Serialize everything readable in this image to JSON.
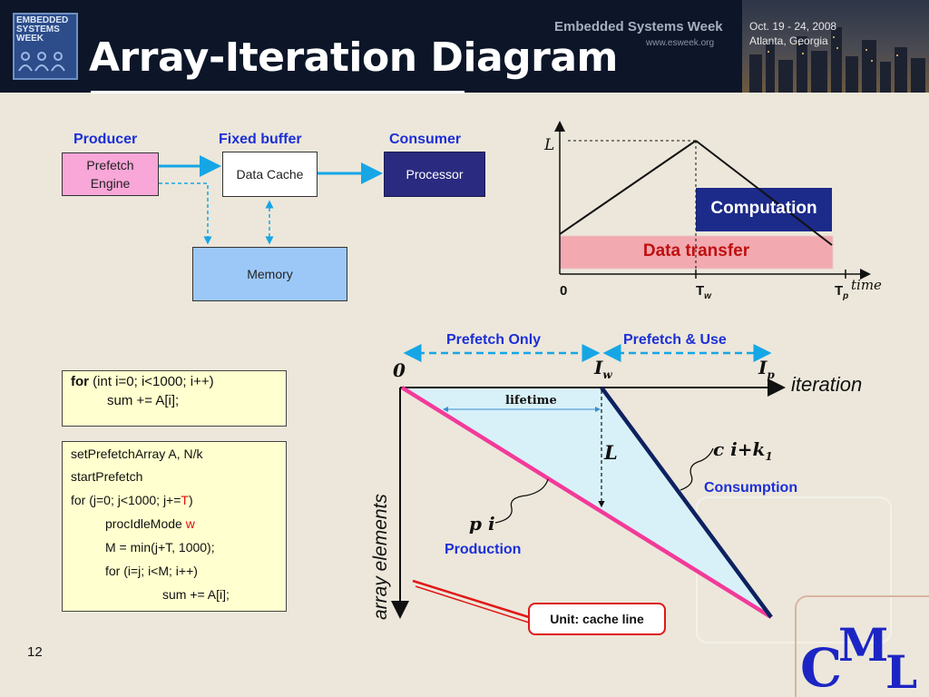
{
  "header": {
    "title": "Array-Iteration Diagram",
    "logo_text": [
      "EMBEDDED",
      "SYSTEMS",
      "WEEK"
    ],
    "conference": "Embedded Systems Week",
    "url": "www.esweek.org",
    "date": "Oct. 19 - 24, 2008",
    "location": "Atlanta, Georgia"
  },
  "block": {
    "producer": "Producer",
    "fixed_buffer": "Fixed buffer",
    "consumer": "Consumer",
    "prefetch_engine": "Prefetch Engine",
    "data_cache": "Data Cache",
    "processor": "Processor",
    "memory": "Memory"
  },
  "timeline": {
    "y_label": "L",
    "x_zero": "0",
    "tw": "T",
    "tw_sub": "w",
    "tp": "T",
    "tp_sub": "p",
    "x_axis": "time",
    "computation": "Computation",
    "data_transfer": "Data transfer"
  },
  "code1": {
    "kw": "for",
    "line1": " (int i=0; i<1000; i++)",
    "line2": "sum += A[i];"
  },
  "code2": {
    "l1": "setPrefetchArray A, N/k",
    "l2": "startPrefetch",
    "l3a": "for (j=0; j<1000; j+=",
    "l3b": "T",
    "l3c": ")",
    "l4a": "procIdleMode ",
    "l4b": "w",
    "l5": "M = min(j+T, 1000);",
    "l6": "for (i=j; i<M; i++)",
    "l7": "sum += A[i];"
  },
  "aid": {
    "prefetch_only": "Prefetch Only",
    "prefetch_use": "Prefetch & Use",
    "origin": "0",
    "iw": "I",
    "iw_sub": "w",
    "ip": "I",
    "ip_sub": "p",
    "iteration": "iteration",
    "lifetime": "lifetime",
    "L": "L",
    "consumption_expr": "c i+k",
    "consumption_sub": "1",
    "consumption": "Consumption",
    "production_expr": "p i",
    "production": "Production",
    "y_axis": "array elements",
    "unit": "Unit: cache line"
  },
  "page_number": "12",
  "logo": "CML",
  "colors": {
    "header_bg": "#0c1628",
    "prefetch_engine": "#f9a6d8",
    "processor": "#2a2a80",
    "memory": "#9cc8f8",
    "arrow": "#16a6e6",
    "production_line": "#f23a9a",
    "consumption_line": "#0e2160",
    "computation": "#1c2a8a",
    "data_transfer": "#f2a9b0",
    "label_blue": "#1c2fd6",
    "unit_border": "#e01818"
  }
}
